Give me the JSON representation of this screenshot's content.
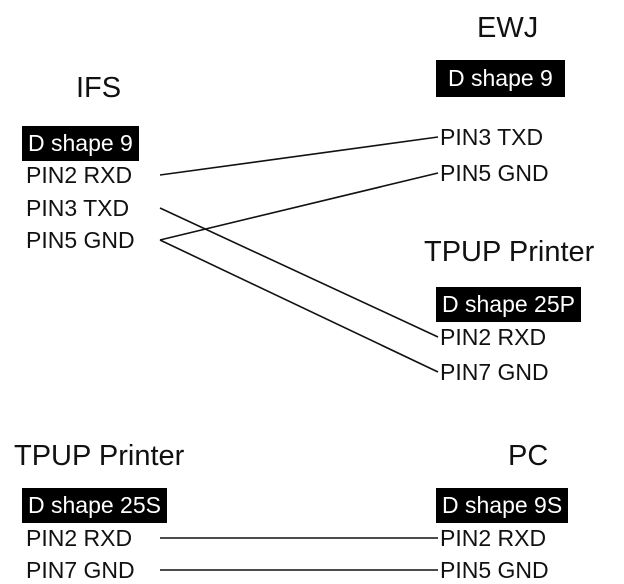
{
  "top": {
    "left": {
      "title": "IFS",
      "connector": "D shape 9",
      "pins": [
        "PIN2 RXD",
        "PIN3 TXD",
        "PIN5 GND"
      ]
    },
    "right_a": {
      "title": "EWJ",
      "connector": "D shape 9",
      "pins": [
        "PIN3 TXD",
        "PIN5 GND"
      ]
    },
    "right_b": {
      "title": "TPUP Printer",
      "connector": "D shape 25P",
      "pins": [
        "PIN2 RXD",
        "PIN7 GND"
      ]
    }
  },
  "bottom": {
    "left": {
      "title": "TPUP Printer",
      "connector": "D shape 25S",
      "pins": [
        "PIN2 RXD",
        "PIN7 GND"
      ]
    },
    "right": {
      "title": "PC",
      "connector": "D shape 9S",
      "pins": [
        "PIN2 RXD",
        "PIN5 GND"
      ]
    }
  },
  "wiring": [
    {
      "from": "IFS PIN2 RXD",
      "to": "EWJ PIN3 TXD"
    },
    {
      "from": "IFS PIN5 GND",
      "to": "EWJ PIN5 GND"
    },
    {
      "from": "IFS PIN3 TXD",
      "to": "TPUP Printer PIN2 RXD"
    },
    {
      "from": "IFS PIN5 GND",
      "to": "TPUP Printer PIN7 GND"
    },
    {
      "from": "TPUP Printer PIN2 RXD",
      "to": "PC PIN2 RXD"
    },
    {
      "from": "TPUP Printer PIN7 GND",
      "to": "PC PIN5 GND"
    }
  ]
}
